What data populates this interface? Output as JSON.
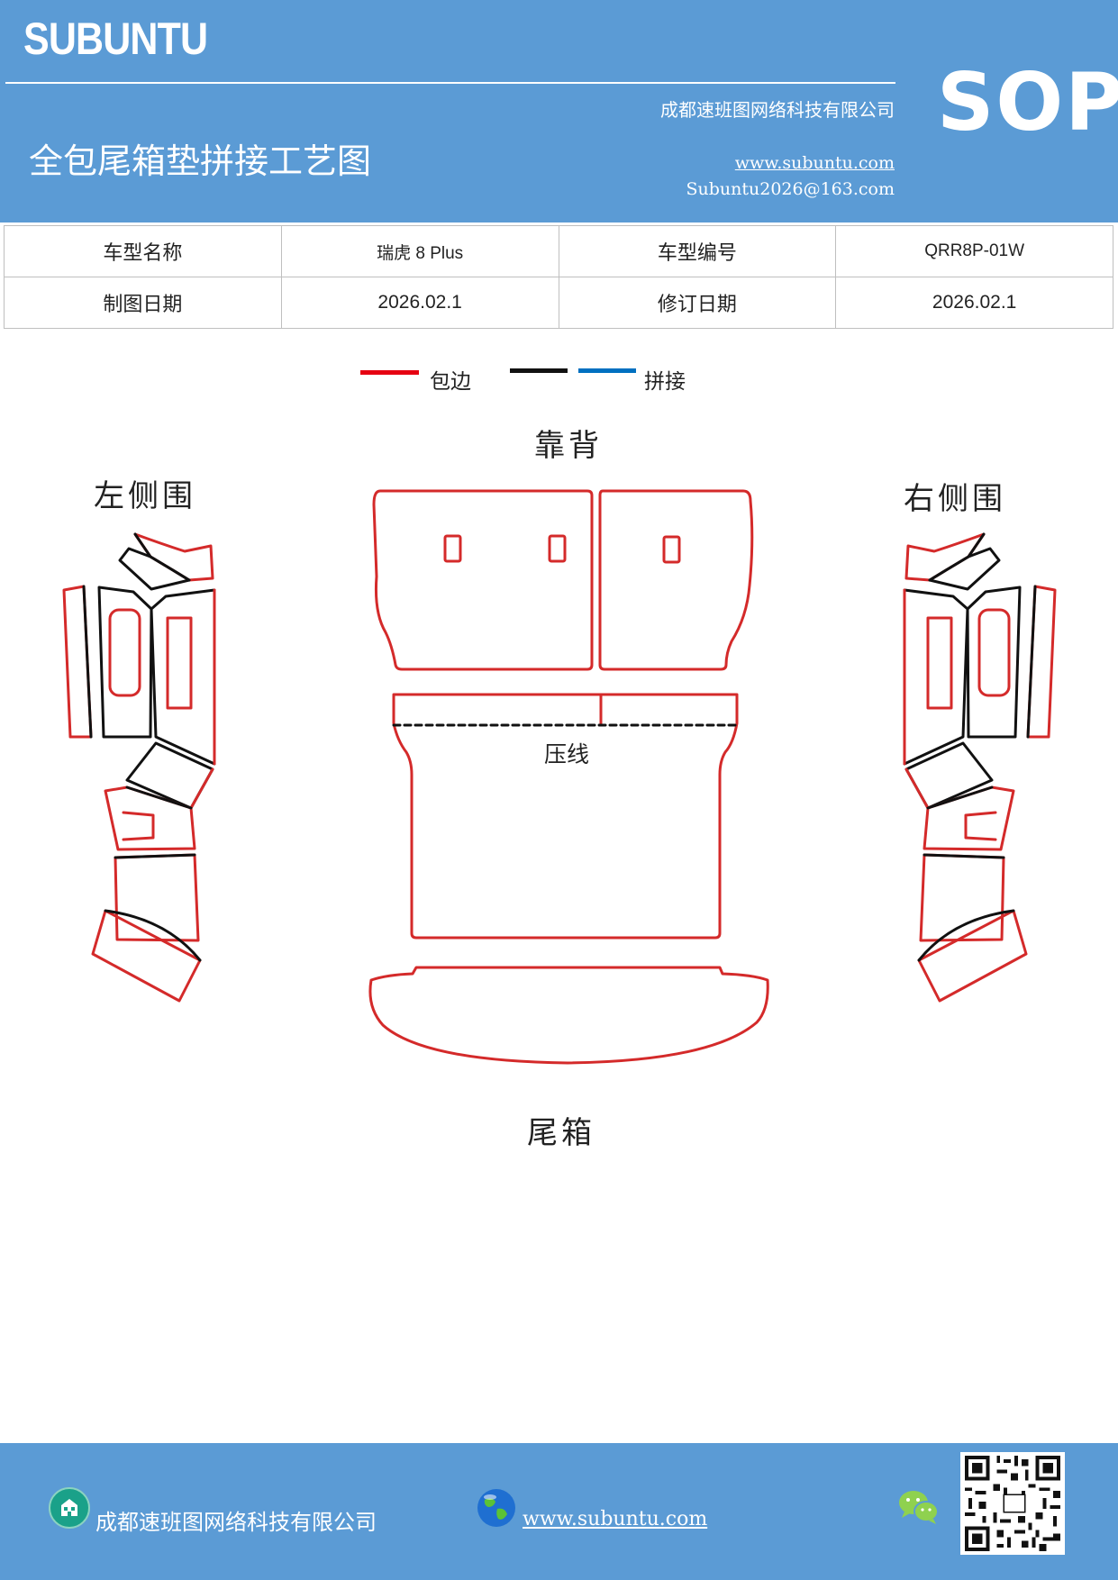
{
  "header": {
    "brand": "SUBUNTU",
    "sop": "SOP",
    "company": "成都速班图网络科技有限公司",
    "title": "全包尾箱垫拼接工艺图",
    "url": "www.subuntu.com",
    "email": "Subuntu2026@163.com"
  },
  "info_table": {
    "model_name_label": "车型名称",
    "model_name": "瑞虎 8 Plus",
    "model_code_label": "车型编号",
    "model_code": "QRR8P-01W",
    "draw_date_label": "制图日期",
    "draw_date": "2026.02.1",
    "revise_date_label": "修订日期",
    "revise_date": "2026.02.1"
  },
  "legend": {
    "edge_label": "包边",
    "splice_label": "拼接",
    "colors": {
      "edge": "#e60012",
      "black": "#111111",
      "splice": "#0070c0"
    }
  },
  "drawing": {
    "backrest": "靠背",
    "left_side": "左侧围",
    "right_side": "右侧围",
    "crease": "压线",
    "trunk": "尾箱"
  },
  "footer": {
    "company": "成都速班图网络科技有限公司",
    "url": "www.subuntu.com",
    "icons": [
      "building-icon",
      "globe-icon",
      "wechat-icon",
      "qr-code"
    ]
  }
}
